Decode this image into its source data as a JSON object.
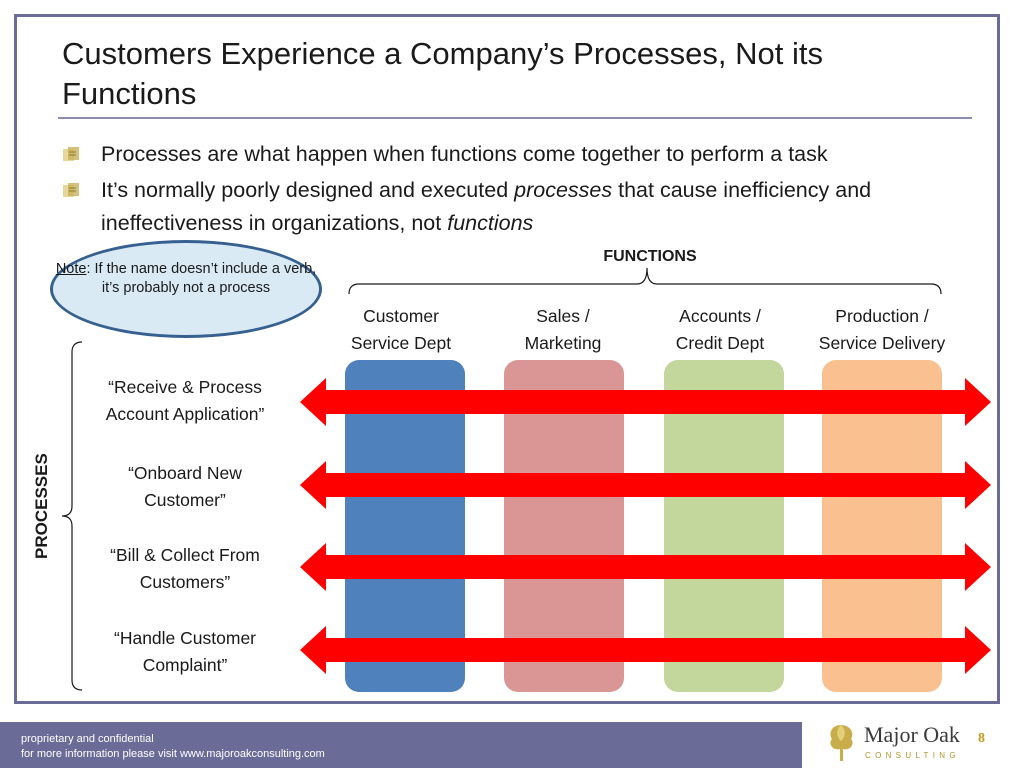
{
  "slide": {
    "title": "Customers Experience a Company’s Processes, Not its Functions",
    "bullets": [
      {
        "parts": [
          {
            "text": "Processes are what happen when functions come together to perform a task",
            "italic": false
          }
        ]
      },
      {
        "parts": [
          {
            "text": "It’s normally poorly designed and executed ",
            "italic": false
          },
          {
            "text": "processes",
            "italic": true
          },
          {
            "text": " that cause inefficiency and ineffectiveness in organizations, not ",
            "italic": false
          },
          {
            "text": "functions",
            "italic": true
          }
        ]
      }
    ]
  },
  "diagram": {
    "note_label": "Note",
    "note_text": ": If the name doesn’t include a verb, it’s probably not a process",
    "functions_title": "FUNCTIONS",
    "processes_title": "PROCESSES",
    "functions": [
      {
        "line1": "Customer",
        "line2": "Service Dept",
        "color": "#4f81bd"
      },
      {
        "line1": "Sales /",
        "line2": "Marketing",
        "color": "#d99694"
      },
      {
        "line1": "Accounts /",
        "line2": "Credit Dept",
        "color": "#c3d69b"
      },
      {
        "line1": "Production /",
        "line2": "Service Delivery",
        "color": "#fac090"
      }
    ],
    "processes": [
      {
        "line1": "“Receive & Process",
        "line2": "Account Application”"
      },
      {
        "line1": "“Onboard New",
        "line2": "Customer”"
      },
      {
        "line1": "“Bill & Collect From",
        "line2": "Customers”"
      },
      {
        "line1": "“Handle Customer",
        "line2": "Complaint”"
      }
    ],
    "arrow_color": "#ff0000",
    "frame_color": "#6b6b98"
  },
  "footer": {
    "line1": "proprietary and confidential",
    "line2": "for more information please visit www.majoroakconsulting.com",
    "logo_name": "Major Oak",
    "logo_sub": "CONSULTING",
    "page_number": "8"
  }
}
